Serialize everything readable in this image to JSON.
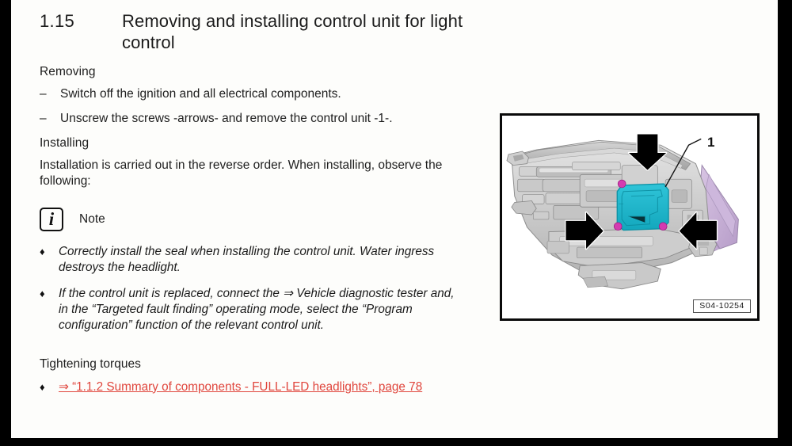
{
  "document": {
    "section_number": "1.15",
    "section_title": "Removing and installing control unit for light control"
  },
  "removing": {
    "heading": "Removing",
    "dash": "–",
    "steps": [
      "Switch off the ignition and all electrical components.",
      "Unscrew the screws -arrows- and remove the control unit -1-."
    ]
  },
  "installing": {
    "heading": "Installing",
    "paragraph": "Installation is carried out in the reverse order. When installing, observe the following:"
  },
  "note": {
    "icon_glyph": "i",
    "label": "Note",
    "bullet_glyph": "♦",
    "items": [
      "Correctly install the seal when installing the control unit. Water ingress destroys the headlight.",
      "If the control unit is replaced, connect the ⇒ Vehicle diagnostic tester and, in the “Targeted fault finding” operating mode, select the “Program configuration” function of the relevant control unit."
    ]
  },
  "tightening_torques": {
    "heading": "Tightening torques",
    "bullet_glyph": "♦",
    "link_text": "⇒ “1.1.2 Summary of components - FULL-LED headlights”, page 78",
    "link_color": "#e0453c"
  },
  "figure": {
    "code": "S04-10254",
    "callout_label": "1",
    "part_color": "#25b7cc",
    "screw_color": "#d43bb0",
    "lens_color": "#c9aed6",
    "housing_color": "#c6c6c6",
    "arrow_color": "#000000",
    "arrow_count": 3
  },
  "colors": {
    "paper": "#fdfdfb",
    "text": "#1e1e1e",
    "letterbox": "#000000"
  }
}
